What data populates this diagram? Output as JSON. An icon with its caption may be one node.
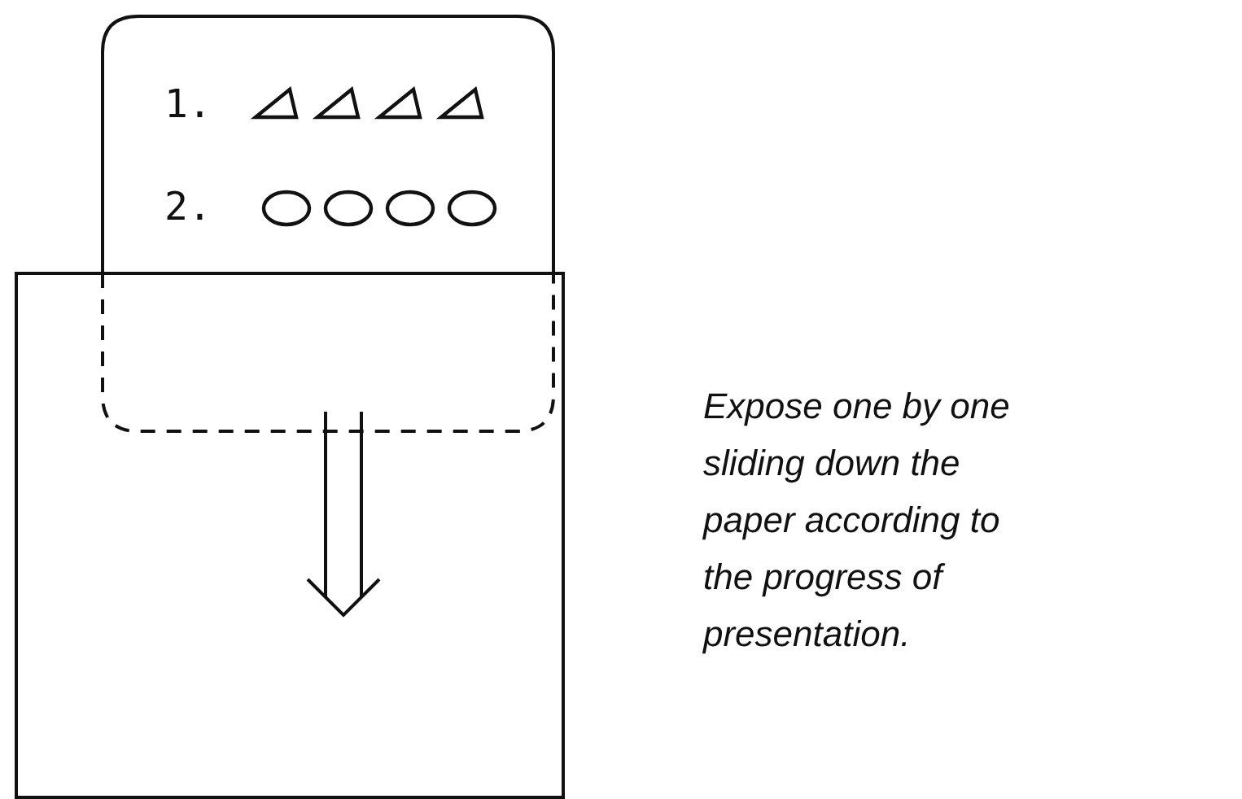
{
  "diagram": {
    "nodes": [
      {
        "text": [
          "1.",
          "2."
        ]
      },
      {
        "text": [],
        "shape": "box"
      }
    ],
    "labels": [
      "Expose one by one sliding down the paper according to the progress of presentation."
    ]
  }
}
